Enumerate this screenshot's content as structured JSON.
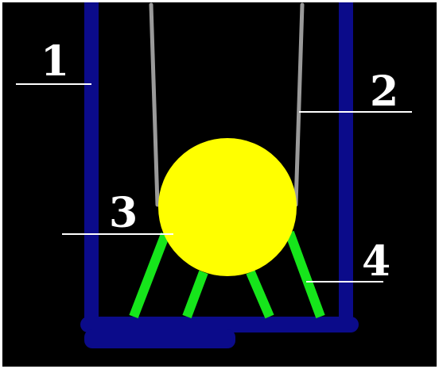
{
  "labels": {
    "one": "1",
    "two": "2",
    "three": "3",
    "four": "4"
  },
  "colors": {
    "background": "#000000",
    "frame": "#0b0b8a",
    "sphere": "#ffff00",
    "springs": "#16e51b",
    "threads": "#9a9a9a",
    "leader_lines": "#ffffff",
    "label_text": "#ffffff"
  }
}
